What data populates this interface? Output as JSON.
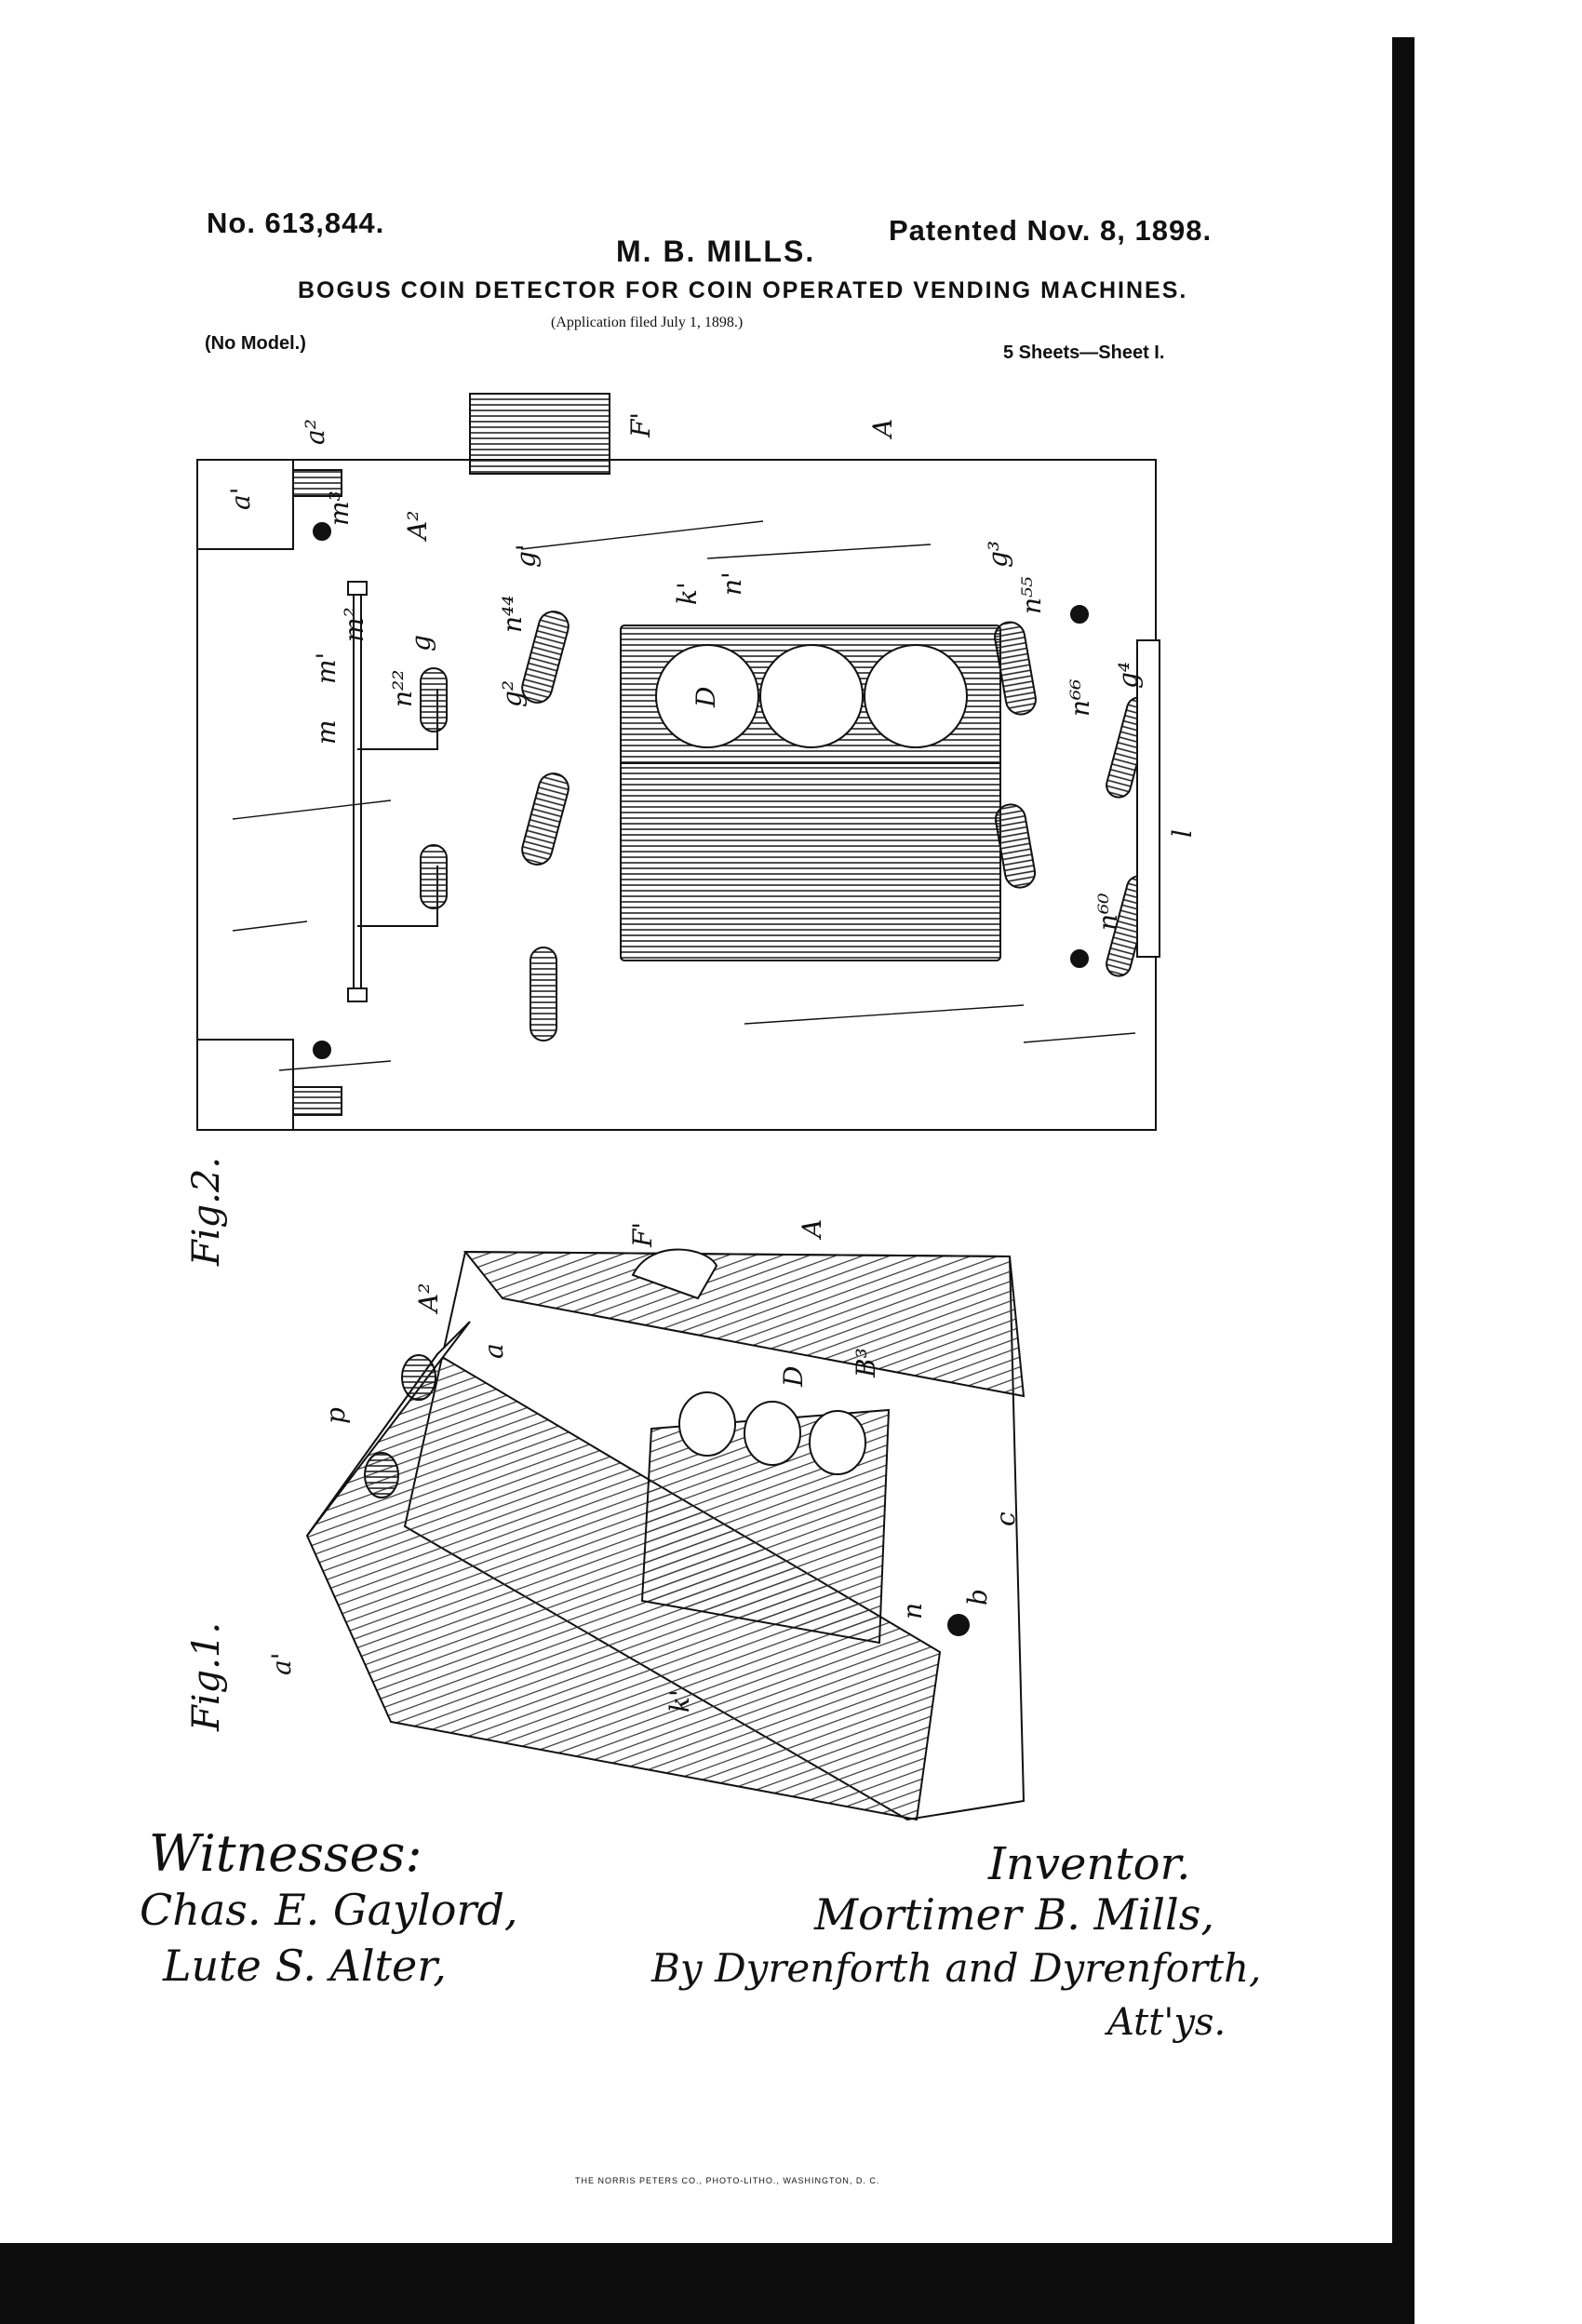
{
  "header": {
    "patent_number": "No. 613,844.",
    "patent_date": "Patented Nov. 8, 1898.",
    "inventor_name": "M. B. MILLS.",
    "title": "BOGUS COIN DETECTOR FOR COIN OPERATED VENDING MACHINES.",
    "application": "(Application filed July 1, 1898.)",
    "model": "(No Model.)",
    "sheets": "5 Sheets—Sheet I."
  },
  "figures": {
    "fig2_label": "Fig.2.",
    "fig1_label": "Fig.1.",
    "fig2_labels": [
      "a'",
      "a²",
      "F'",
      "A",
      "m³",
      "A²",
      "g'",
      "m",
      "m'",
      "m²",
      "g",
      "n²²",
      "n⁴⁴",
      "g²",
      "k'",
      "n'",
      "D",
      "g³",
      "n⁵⁵",
      "n⁶⁶",
      "g⁴",
      "l",
      "n⁶⁰"
    ],
    "fig1_labels": [
      "a'",
      "a",
      "A²",
      "F'",
      "A",
      "p",
      "D",
      "B³",
      "c",
      "n",
      "b",
      "k'"
    ]
  },
  "signatures": {
    "witnesses_label": "Witnesses:",
    "witness_1": "Chas. E. Gaylord,",
    "witness_2": "Lute S. Alter,",
    "inventor_label": "Inventor.",
    "inventor_signature": "Mortimer B. Mills,",
    "attorneys": "By Dyrenforth and Dyrenforth,",
    "attys_suffix": "Att'ys."
  },
  "footer": {
    "printer": "THE NORRIS PETERS CO., PHOTO-LITHO., WASHINGTON, D. C."
  }
}
